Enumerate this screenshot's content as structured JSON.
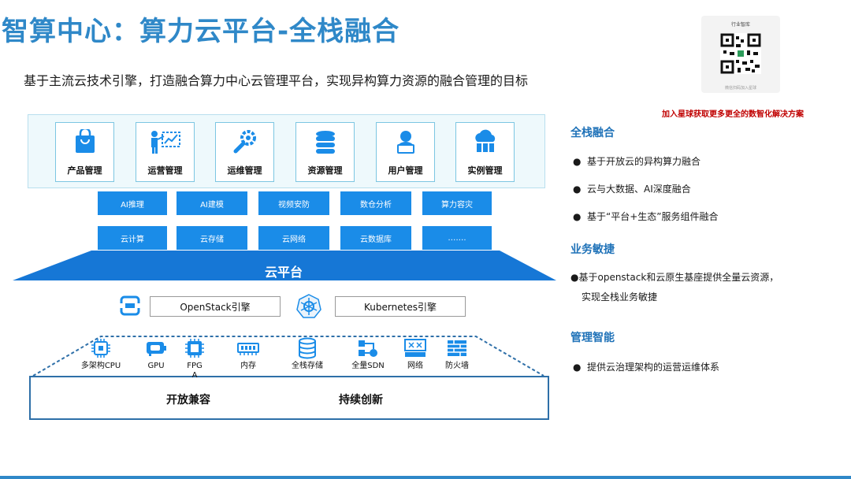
{
  "title": "智算中心：算力云平台-全栈融合",
  "subtitle": "基于主流云技术引擎，打造融合算力中心云管理平台，实现异构算力资源的融合管理的目标",
  "qr": {
    "caption_top": "行业智库",
    "caption_bottom": "微信扫码加入星球"
  },
  "promo": "加入星球获取更多更全的数智化解决方案",
  "modules": [
    {
      "label": "产品管理",
      "icon": "shopping-bag-icon"
    },
    {
      "label": "运营管理",
      "icon": "presentation-icon"
    },
    {
      "label": "运维管理",
      "icon": "wrench-gear-icon"
    },
    {
      "label": "资源管理",
      "icon": "database-icon"
    },
    {
      "label": "用户管理",
      "icon": "user-laptop-icon"
    },
    {
      "label": "实例管理",
      "icon": "cloud-server-icon"
    }
  ],
  "service_row_1": [
    "AI推理",
    "AI建模",
    "视频安防",
    "数仓分析",
    "算力容灾"
  ],
  "service_row_2": [
    "云计算",
    "云存储",
    "云网络",
    "云数据库",
    "……."
  ],
  "platform_label": "云平台",
  "engines": {
    "openstack": "OpenStack引擎",
    "kubernetes": "Kubernetes引擎"
  },
  "hardware": [
    {
      "label": "多架构CPU",
      "icon": "cpu-icon"
    },
    {
      "label": "GPU",
      "icon": "gpu-icon"
    },
    {
      "label": "FPGA",
      "icon": "fpga-chip-icon"
    },
    {
      "label": "内存",
      "icon": "memory-icon"
    },
    {
      "label": "全栈存储",
      "icon": "storage-icon"
    },
    {
      "label": "全量SDN",
      "icon": "sdn-icon"
    },
    {
      "label": "网络",
      "icon": "network-switch-icon"
    },
    {
      "label": "防火墙",
      "icon": "firewall-icon"
    }
  ],
  "bottom_labels": [
    "开放兼容",
    "持续创新"
  ],
  "right_panel": {
    "sections": [
      {
        "heading": "全栈融合",
        "bullets": [
          "基于开放云的异构算力融合",
          "云与大数据、AI深度融合",
          "基于“平台+生态”服务组件融合"
        ]
      },
      {
        "heading": "业务敏捷",
        "bullets": [
          "基于openstack和云原生基座提供全量云资源，",
          "实现全栈业务敏捷"
        ]
      },
      {
        "heading": "管理智能",
        "bullets": [
          "提供云治理架构的运营运维体系"
        ]
      }
    ],
    "bullet_char": "●"
  },
  "colors": {
    "accent": "#2f88c8",
    "tile": "#1a8ce8",
    "platform": "#1677d6",
    "promo": "#c00000",
    "heading": "#1f72b8"
  }
}
